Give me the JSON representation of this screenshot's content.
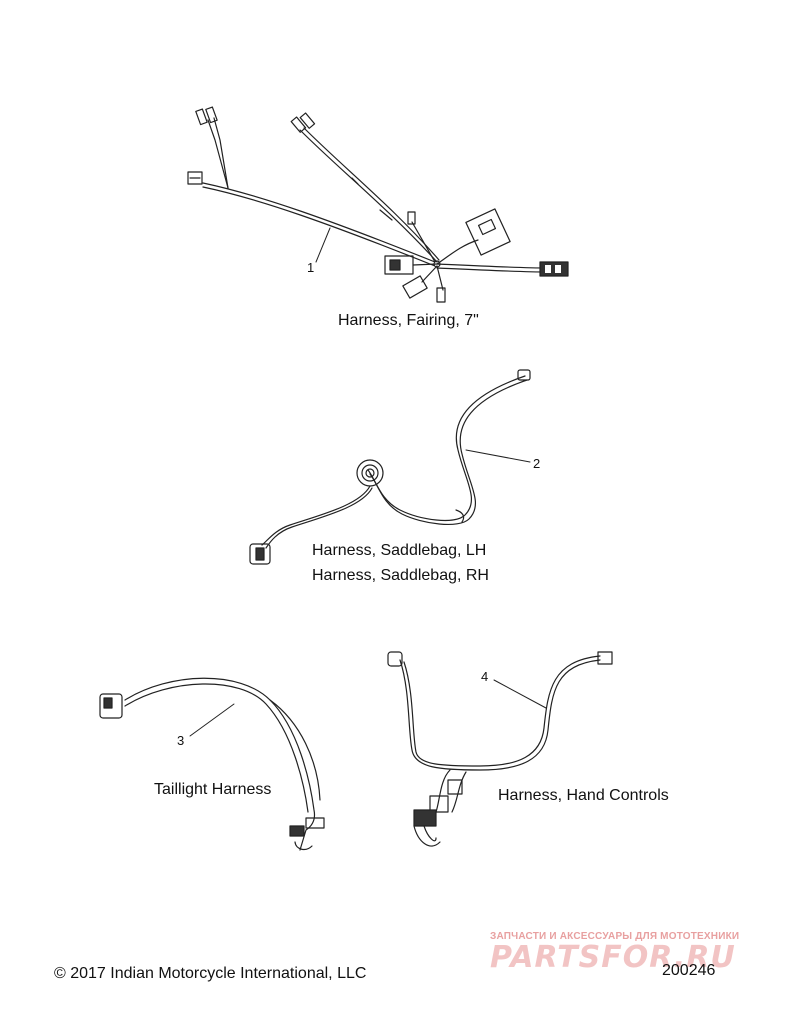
{
  "harnesses": [
    {
      "callout": "1",
      "labels": [
        "Harness, Fairing, 7\""
      ]
    },
    {
      "callout": "2",
      "labels": [
        "Harness, Saddlebag, LH",
        "Harness, Saddlebag, RH"
      ]
    },
    {
      "callout": "3",
      "labels": [
        "Taillight Harness"
      ]
    },
    {
      "callout": "4",
      "labels": [
        "Harness, Hand Controls"
      ]
    }
  ],
  "footer": {
    "copyright": "© 2017 Indian Motorcycle International, LLC",
    "doc_number": "200246"
  },
  "watermark": {
    "tagline": "ЗАПЧАСТИ И АКСЕССУАРЫ ДЛЯ МОТОТЕХНИКИ",
    "logo_text": "PARTSFOR.RU"
  },
  "colors": {
    "line": "#222222",
    "watermark": "#e8a0a0"
  }
}
